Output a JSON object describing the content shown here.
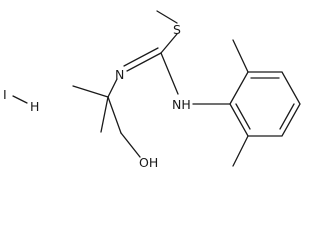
{
  "molecule": {
    "atom_labels": {
      "iodine": "I",
      "hydrogen": "H",
      "sulfur": "S",
      "imine_nitrogen": "N",
      "amine_nitrogen": "NH",
      "hydroxyl": "OH"
    }
  }
}
